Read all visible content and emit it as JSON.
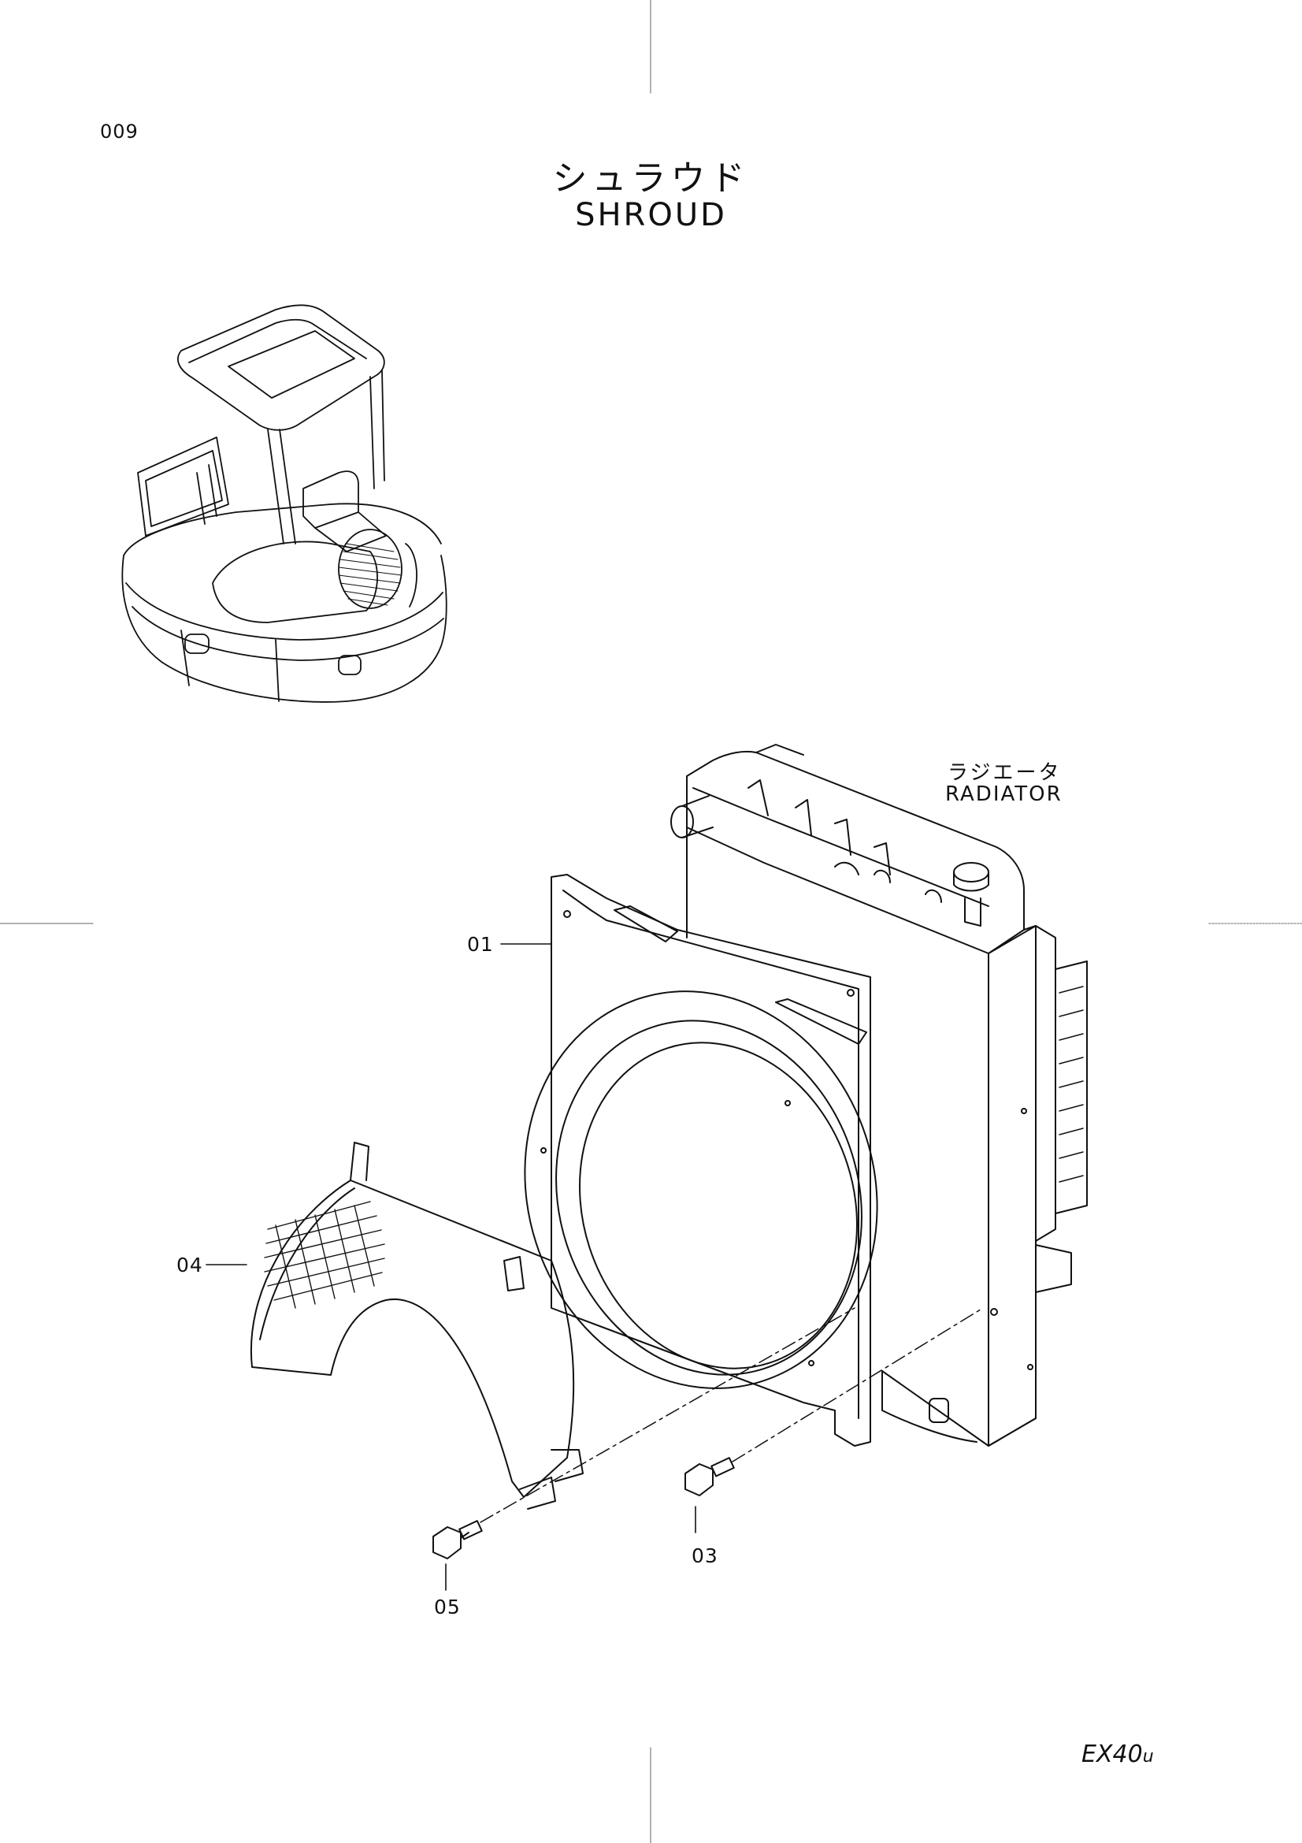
{
  "page": {
    "number": "009",
    "title_jp": "シュラウド",
    "title_en": "SHROUD"
  },
  "radiator_label": {
    "jp": "ラジエータ",
    "en": "RADIATOR"
  },
  "callouts": [
    "01",
    "04",
    "03",
    "05"
  ],
  "model": {
    "name": "EX40",
    "suffix": "u"
  }
}
